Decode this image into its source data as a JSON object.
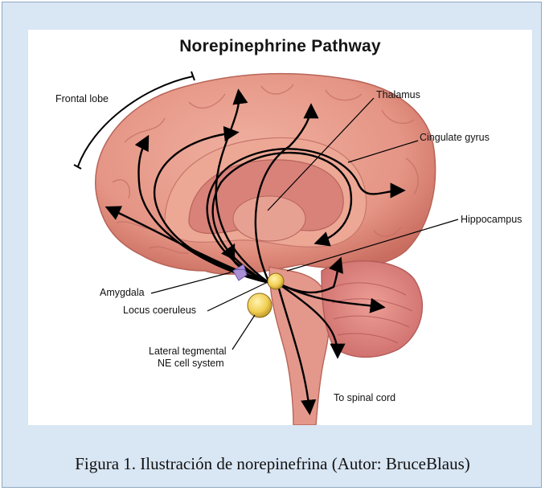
{
  "title": "Norepinephrine Pathway",
  "labels": {
    "frontal_lobe": "Frontal lobe",
    "thalamus": "Thalamus",
    "cingulate_gyrus": "Cingulate gyrus",
    "hippocampus": "Hippocampus",
    "amygdala": "Amygdala",
    "locus_coeruleus": "Locus coeruleus",
    "lateral_tegmental_1": "Lateral tegmental",
    "lateral_tegmental_2": "NE cell system",
    "to_spinal_cord": "To spinal cord"
  },
  "caption": "Figura 1. Ilustración de  norepinefrina (Autor: BruceBlaus)",
  "colors": {
    "frame_background": "#d9e6f4",
    "brain": "#e6998a",
    "cerebellum": "#dd8585",
    "pathway": "#000000",
    "amygdala": "#a88fd6",
    "nucleus": "#f2cf55"
  }
}
